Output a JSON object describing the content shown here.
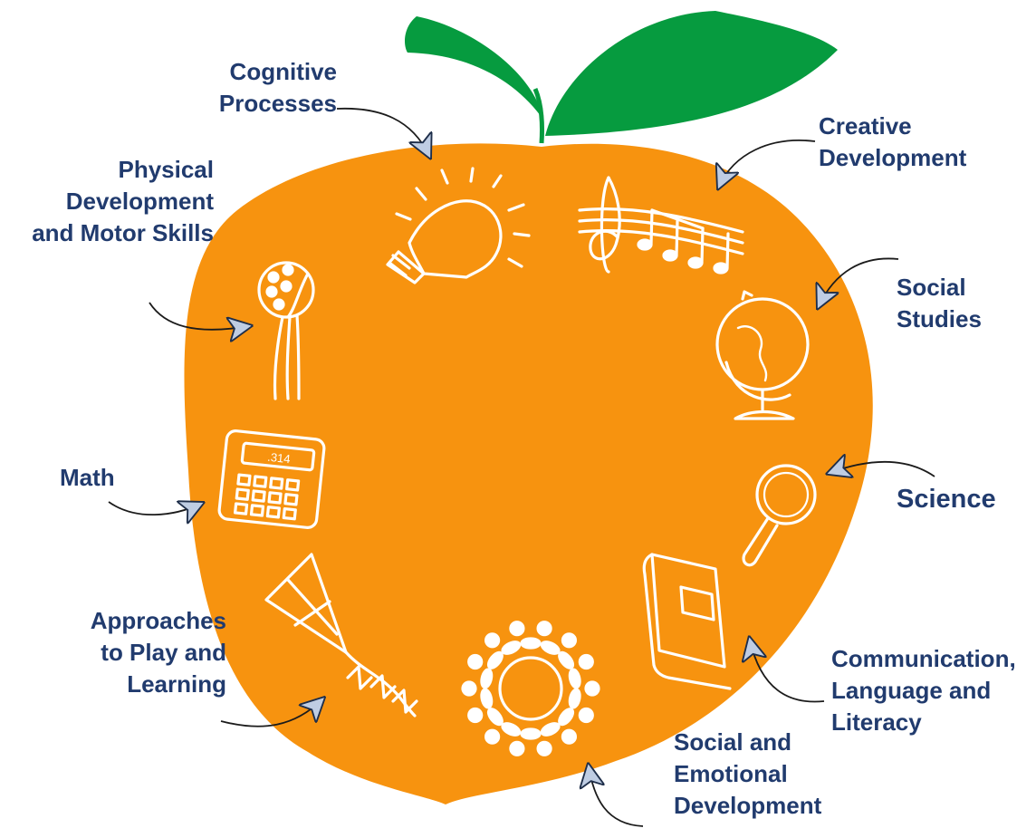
{
  "colors": {
    "peach": "#f7930f",
    "leaf": "#069b3f",
    "label_text": "#213b6e",
    "icon_line": "#ffffff",
    "arrow_head": "#bfcde3"
  },
  "labels": {
    "cognitive": [
      "Cognitive",
      "Processes"
    ],
    "creative": [
      "Creative",
      "Development"
    ],
    "physical": [
      "Physical",
      "Development",
      "and Motor Skills"
    ],
    "social_studies": [
      "Social",
      "Studies"
    ],
    "math": [
      "Math"
    ],
    "science": [
      "Science"
    ],
    "approaches": [
      "Approaches",
      "to Play and",
      "Learning"
    ],
    "communication": [
      "Communication,",
      "Language and",
      "Literacy"
    ],
    "social_emotional": [
      "Social and",
      "Emotional",
      "Development"
    ]
  },
  "icons": {
    "cognitive": "lightbulb-icon",
    "creative": "music-notes-icon",
    "physical": "ball-icon",
    "social_studies": "globe-icon",
    "math": "calculator-icon",
    "science": "magnifying-glass-icon",
    "approaches": "kite-icon",
    "communication": "book-icon",
    "social_emotional": "people-circle-icon"
  },
  "calculator_display": ".314"
}
